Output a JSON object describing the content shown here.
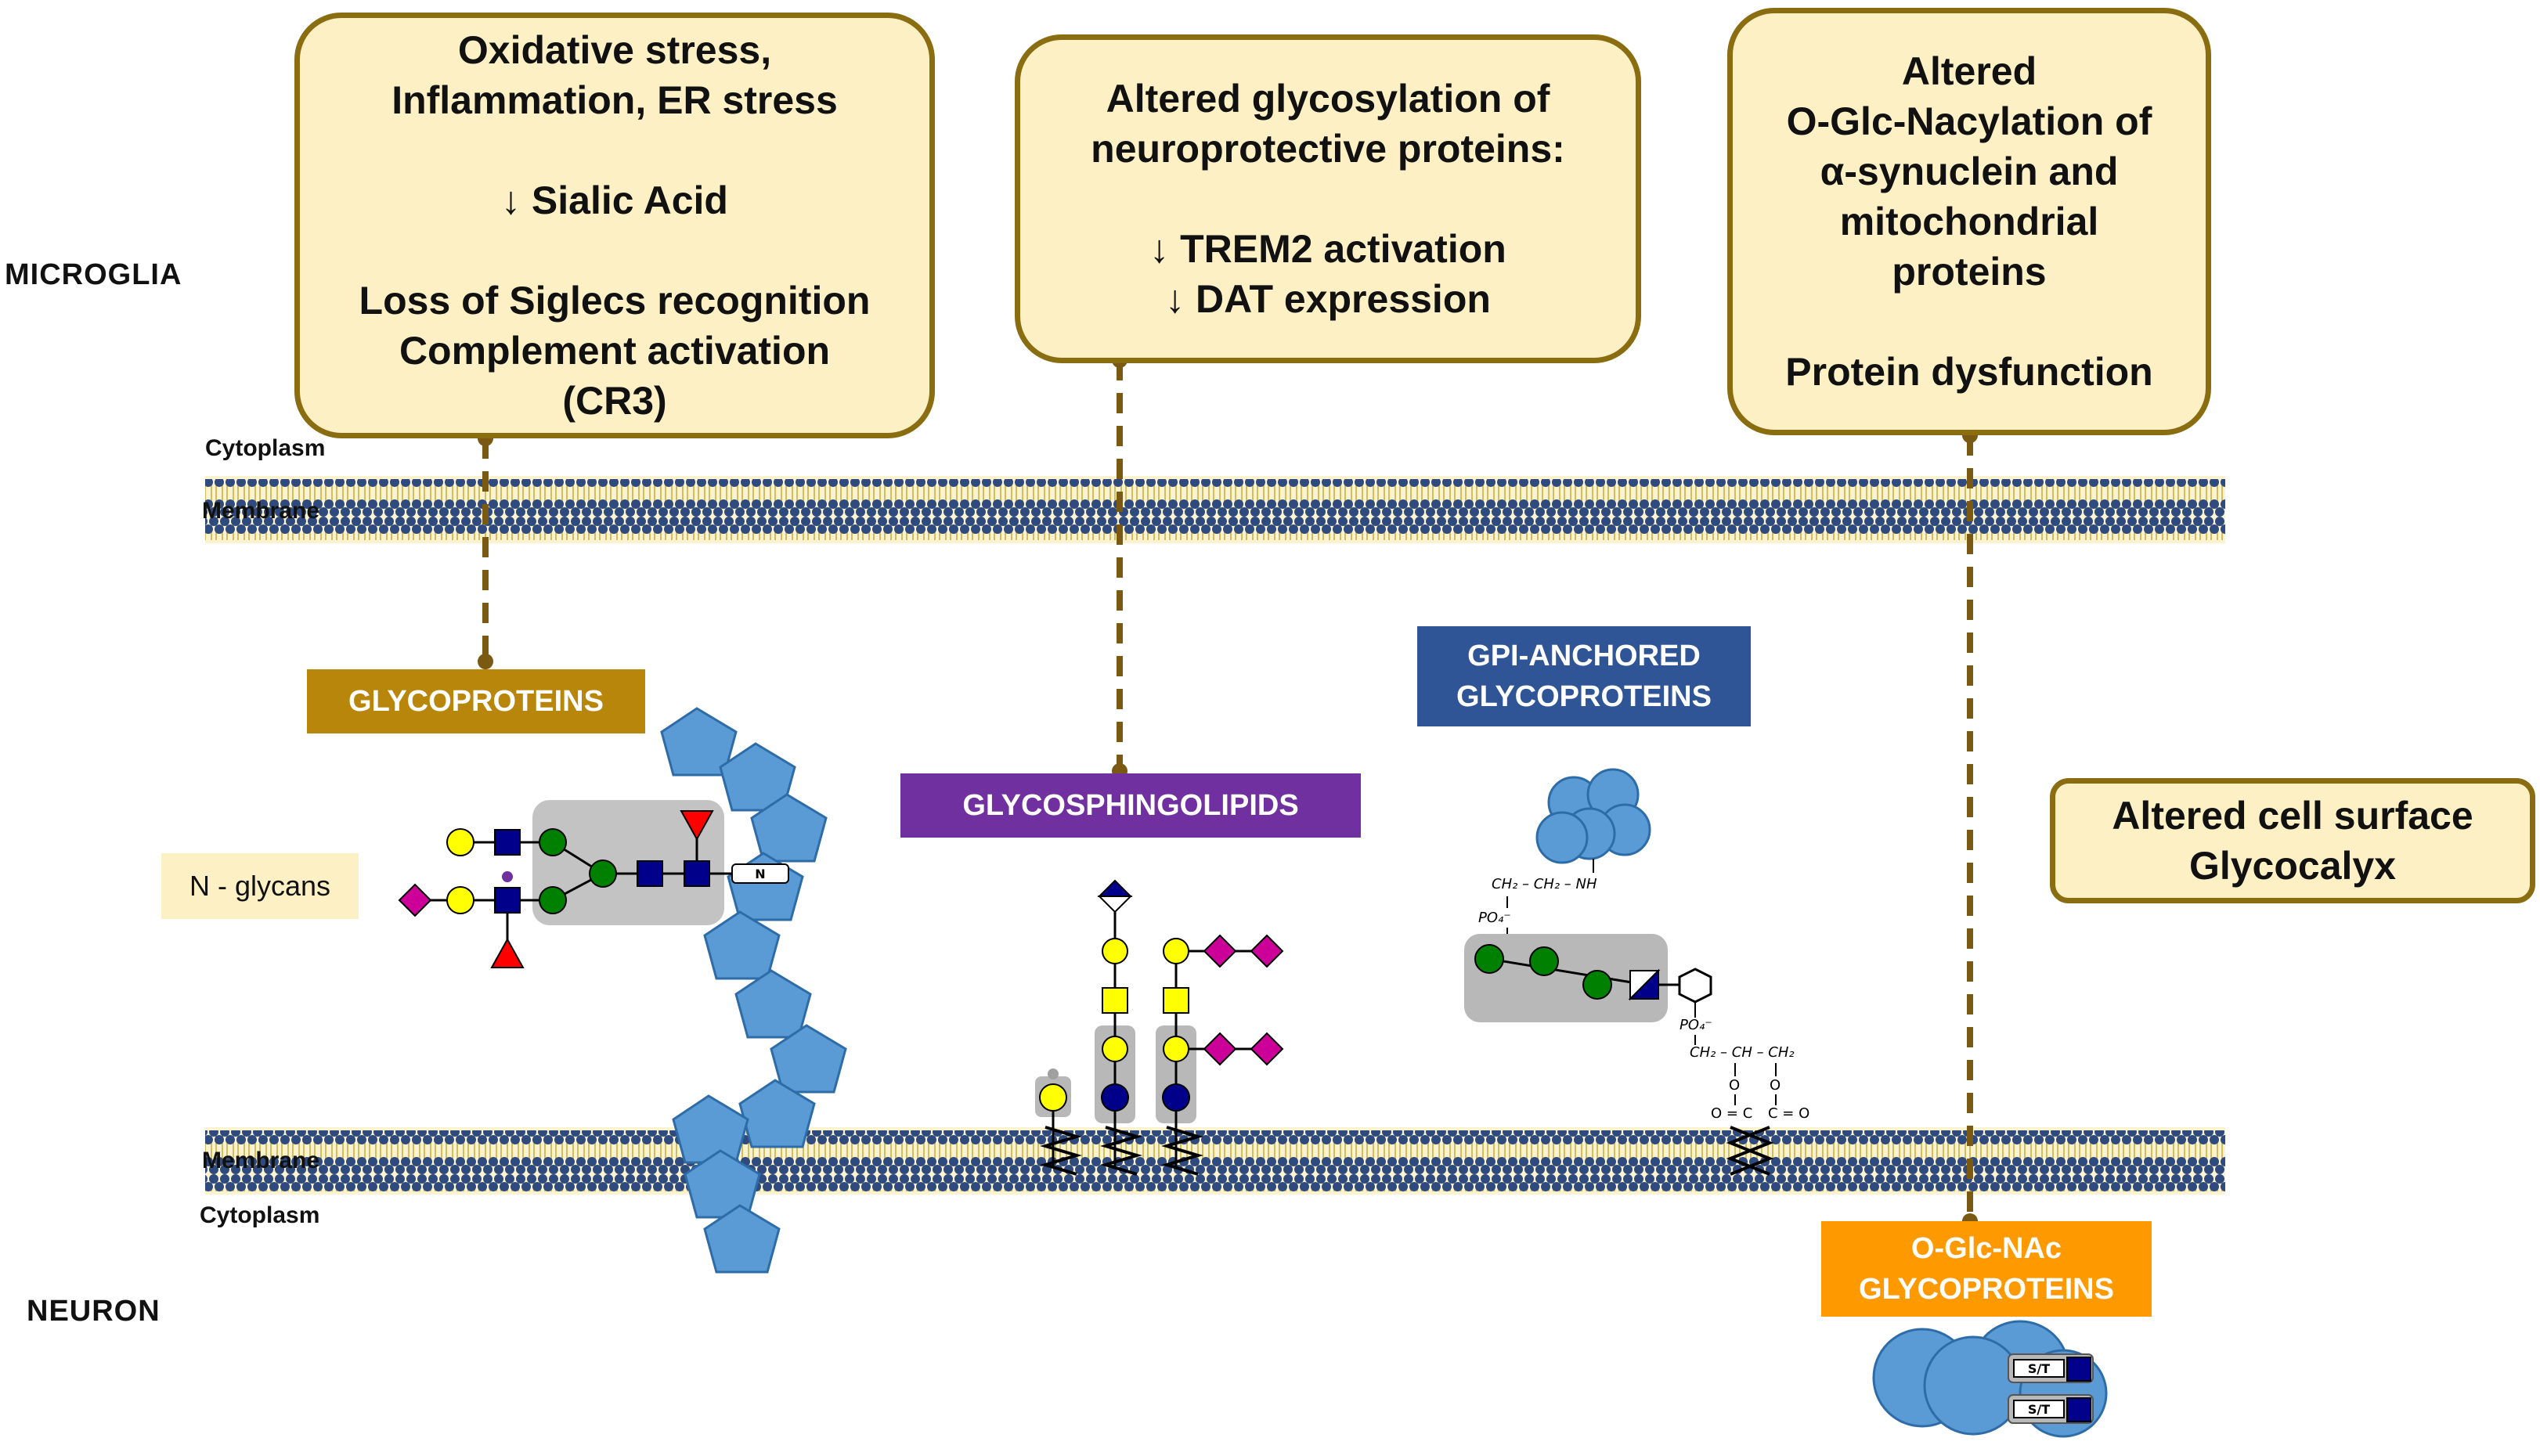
{
  "labels": {
    "microglia": "MICROGLIA",
    "neuron": "NEURON",
    "cytoplasm_top": "Cytoplasm",
    "membrane_top": "Membrane",
    "membrane_bottom": "Membrane",
    "cytoplasm_bottom": "Cytoplasm"
  },
  "boxes": {
    "box1": {
      "line1": "Oxidative stress,",
      "line2": "Inflammation, ER stress",
      "line3": "↓ Sialic Acid",
      "line4": "Loss of Siglecs recognition",
      "line5": "Complement activation",
      "line6": "(CR3)"
    },
    "box2": {
      "line1": "Altered glycosylation of",
      "line2": "neuroprotective proteins:",
      "line3": "↓ TREM2 activation",
      "line4": "↓ DAT expression"
    },
    "box3": {
      "line1": "Altered",
      "line2": "O-Glc-Nacylation of",
      "line3": "α-synuclein and",
      "line4": "mitochondrial",
      "line5": "proteins",
      "line6": "Protein dysfunction"
    },
    "box4": {
      "line1": "Altered  cell surface",
      "line2": "Glycocalyx"
    }
  },
  "tags": {
    "glycoproteins": "GLYCOPROTEINS",
    "glycosphingolipids": "GLYCOSPHINGOLIPIDS",
    "gpi_line1": "GPI-ANCHORED",
    "gpi_line2": "GLYCOPROTEINS",
    "oglc_line1": "O-Glc-NAc",
    "oglc_line2": "GLYCOPROTEINS",
    "n_glycans": "N - glycans"
  },
  "chem": {
    "ch2_nh": "CH₂ – CH₂ – NH",
    "po4_top": "PO₄⁻",
    "po4_bottom": "PO₄⁻",
    "glycerol": "CH₂ – CH – CH₂",
    "o1": "O",
    "o2": "O",
    "oc": "O = C",
    "co": "C = O",
    "n_label": "N",
    "st1": "S/T",
    "st2": "S/T"
  },
  "colors": {
    "box_fill": "#fdf0c4",
    "box_border": "#8a6d10",
    "glycoproteins_tag": "#b8860b",
    "glycosphingolipids_tag": "#7030a0",
    "gpi_tag": "#2f5597",
    "oglc_tag": "#ff9900",
    "protein_blue": "#5b9bd5",
    "galnac_yellow": "#ffff00",
    "glcnac_blue": "#00008b",
    "mannose_green": "#008000",
    "sialic_magenta": "#cc0099",
    "fucose_red": "#ff0000"
  },
  "icons": [
    "membrane-bilayer",
    "pentagon-protein-chain",
    "n-glycan-tree",
    "glycosphingolipid-tree",
    "gpi-anchor",
    "o-glcnac-protein"
  ]
}
